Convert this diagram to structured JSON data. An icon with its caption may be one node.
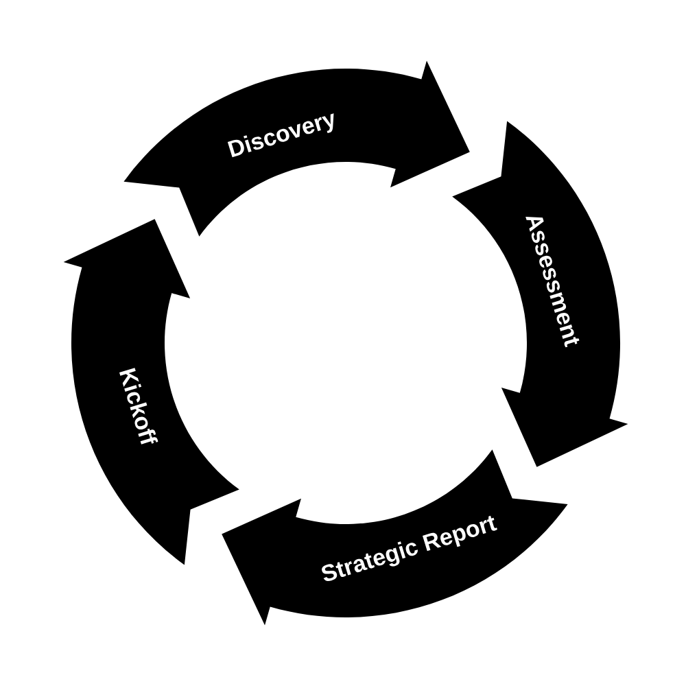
{
  "diagram": {
    "nodes": [
      {
        "text": [
          "Discovery"
        ]
      },
      {
        "text": [
          "Assessment"
        ]
      },
      {
        "text": [
          "Strategic Report"
        ]
      },
      {
        "text": [
          "Kickoff"
        ]
      }
    ]
  }
}
